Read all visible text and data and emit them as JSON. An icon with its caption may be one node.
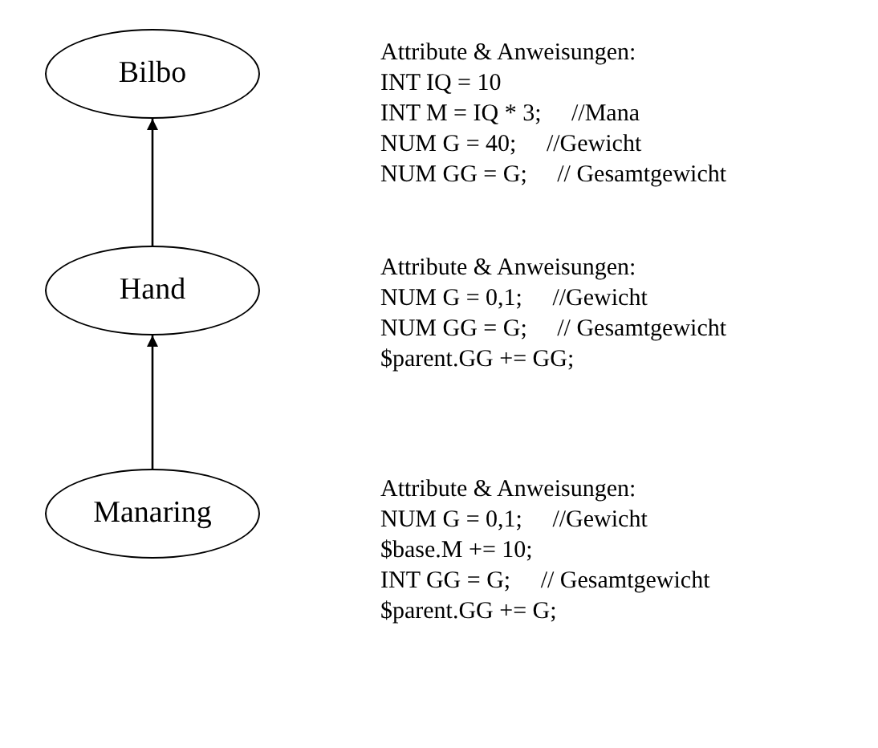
{
  "diagram": {
    "nodes": [
      {
        "text": [
          "Bilbo"
        ],
        "beside": [
          "Attribute & Anweisungen:",
          "INT IQ = 10",
          "INT M = IQ * 3;     //Mana",
          "NUM G = 40;     //Gewicht",
          "NUM GG = G;     // Gesamtgewicht"
        ]
      },
      {
        "text": [
          "Hand"
        ],
        "beside": [
          "Attribute & Anweisungen:",
          "NUM G = 0,1;     //Gewicht",
          "NUM GG = G;     // Gesamtgewicht",
          "$parent.GG += GG;"
        ]
      },
      {
        "text": [
          "Manaring"
        ],
        "beside": [
          "Attribute & Anweisungen:",
          "NUM G = 0,1;     //Gewicht",
          "$base.M += 10;",
          "INT GG = G;     // Gesamtgewicht",
          "$parent.GG += G;"
        ]
      }
    ],
    "edges": [
      {
        "from": 1,
        "to": 0,
        "arrow": "to"
      },
      {
        "from": 2,
        "to": 1,
        "arrow": "to"
      }
    ]
  }
}
